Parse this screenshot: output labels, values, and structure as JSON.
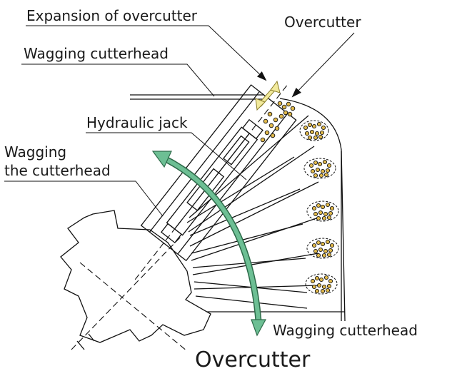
{
  "labels": {
    "expansion_of_overcutter": "Expansion of overcutter",
    "overcutter_top": "Overcutter",
    "wagging_cutterhead_top": "Wagging cutterhead",
    "hydraulic_jack": "Hydraulic jack",
    "wagging_the_line1": "Wagging",
    "wagging_the_line2": "the cutterhead",
    "wagging_cutterhead_bottom": "Wagging cutterhead",
    "caption": "Overcutter"
  },
  "colors": {
    "line": "#111111",
    "rotation_arrow": "#6dbf94",
    "expansion_arrow": "#f2ea9c",
    "bit_fill": "#e0b84a"
  },
  "icons": {
    "rotation_arrow": "curved-double-arrow",
    "expansion_arrow": "double-arrow"
  }
}
